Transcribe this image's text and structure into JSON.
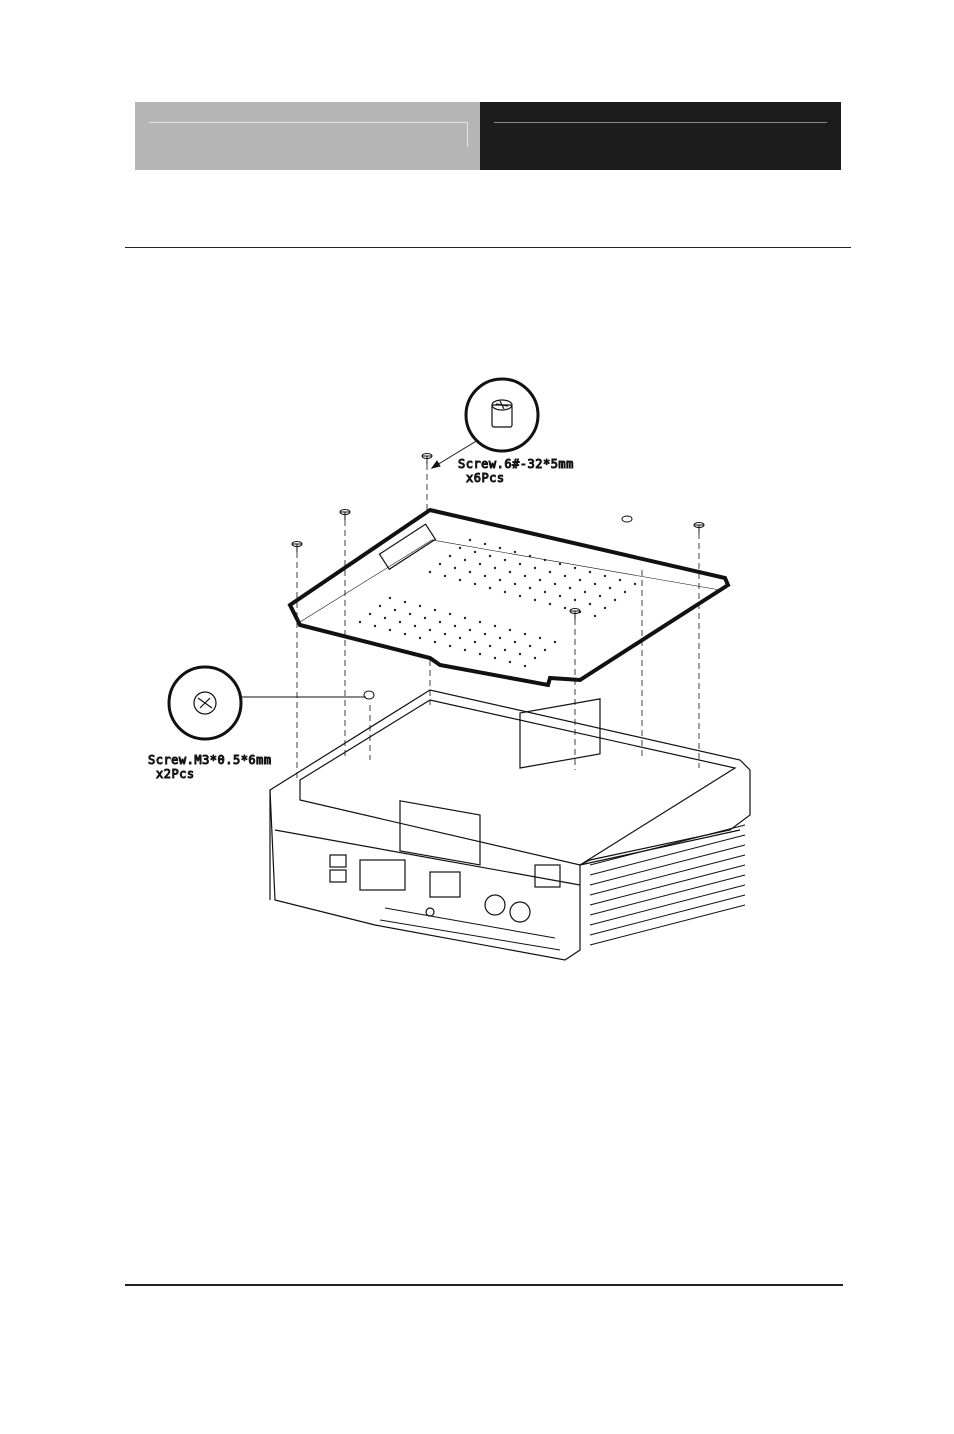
{
  "header": {
    "left_title": "",
    "right_title": ""
  },
  "figure": {
    "callout_top": {
      "line1": "Screw.6#-32*5mm",
      "line2": "x6Pcs"
    },
    "callout_left": {
      "line1": "Screw.M3*0.5*6mm",
      "line2": "x2Pcs"
    }
  },
  "footer": {
    "text": ""
  }
}
